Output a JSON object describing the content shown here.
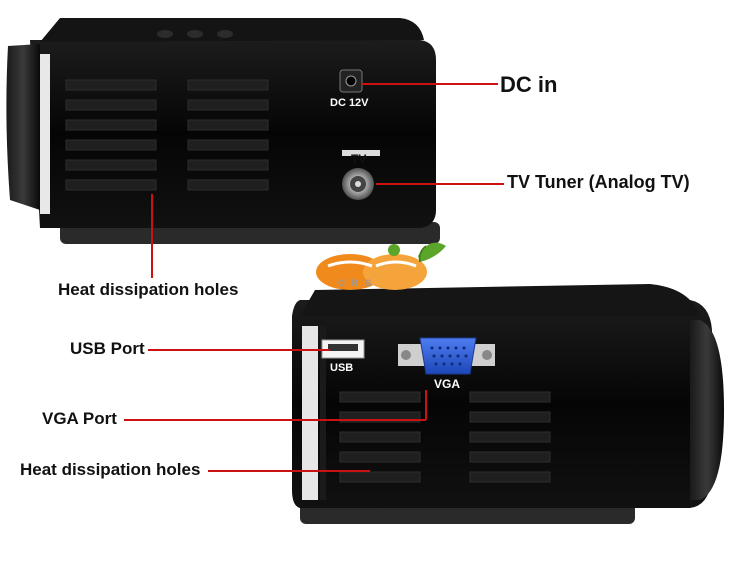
{
  "callouts": {
    "dc_in": "DC in",
    "tv_tuner": "TV Tuner (Analog TV)",
    "heat_top": "Heat dissipation holes",
    "usb_port": "USB Port",
    "vga_port": "VGA Port",
    "heat_bottom": "Heat dissipation holes"
  },
  "device_labels": {
    "dc": "DC  12V",
    "tv": "TV",
    "usb": "USB",
    "vga": "VGA"
  },
  "logo": {
    "letters": "O R G"
  },
  "colors": {
    "callout_line": "#cc1111",
    "body": "#0b0b0b",
    "vga_blue": "#2a5cd6",
    "logo_orange": "#f08a1c",
    "logo_green": "#5aa52a"
  }
}
